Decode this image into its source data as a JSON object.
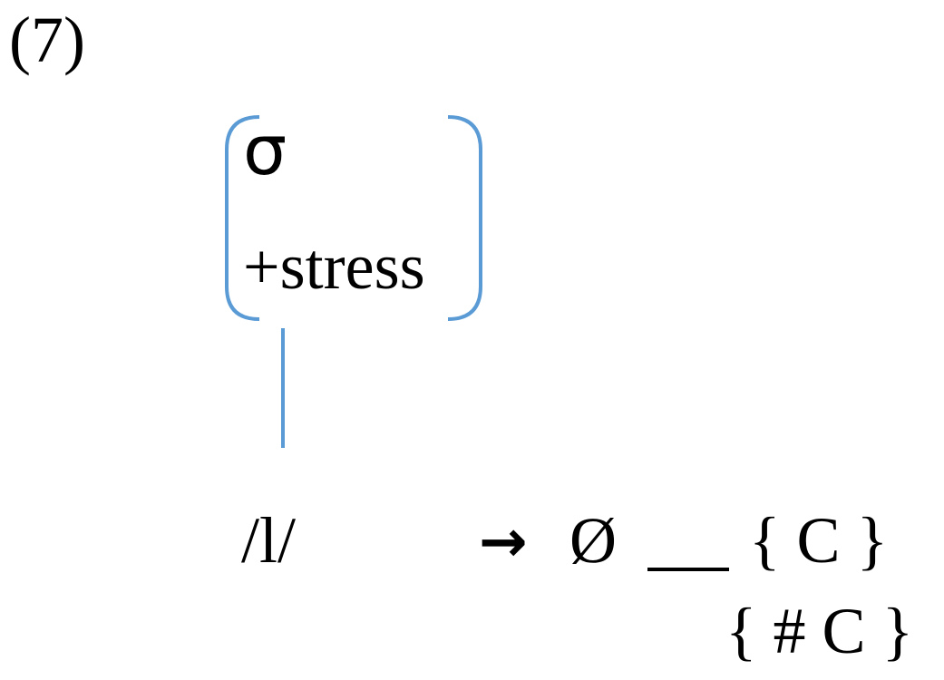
{
  "example_number": "(7)",
  "matrix": {
    "feature_1": "σ",
    "feature_2": "+stress"
  },
  "rule": {
    "input": "/l/",
    "arrow": "→",
    "output": "Ø",
    "environment_1": "{ C }",
    "environment_2": "{ # C }"
  },
  "colors": {
    "bracket": "#5b9bd5",
    "text": "#000000"
  },
  "icons": {
    "arrow": "right-arrow-icon"
  }
}
